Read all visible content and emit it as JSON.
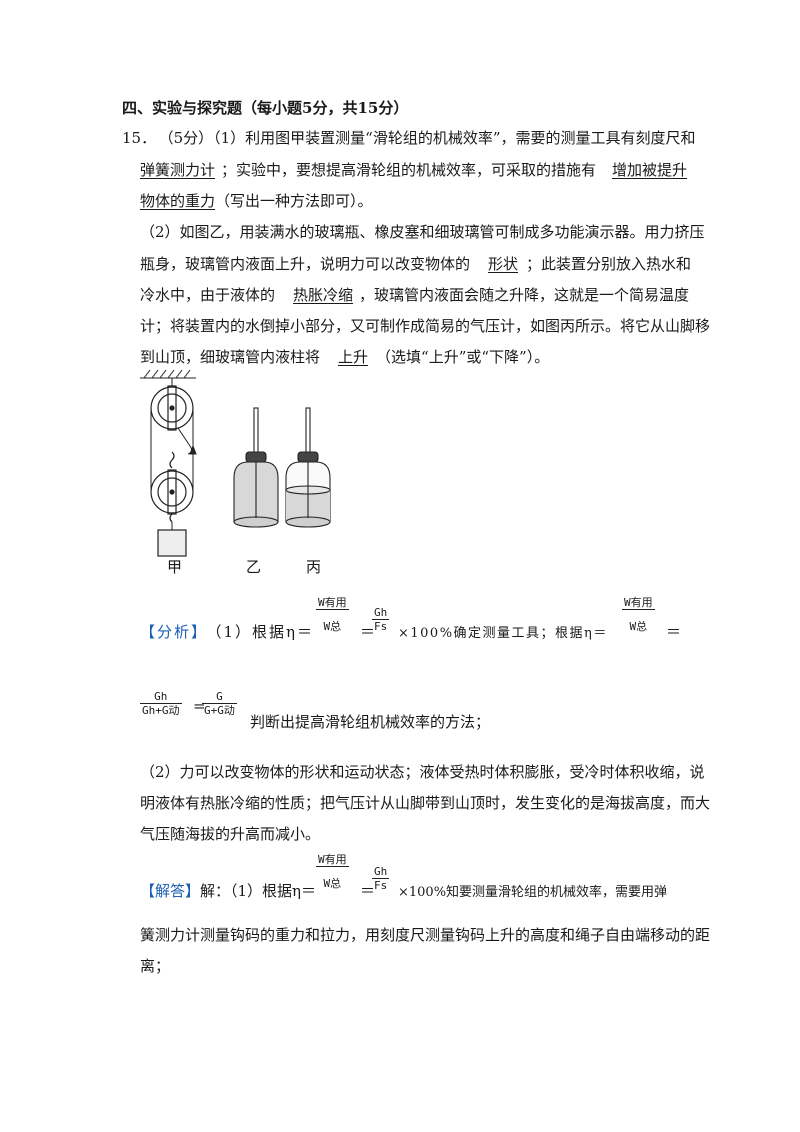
{
  "section_heading": "四、实验与探究题（每小题5分，共15分）",
  "q15": {
    "number": "15．",
    "points": "（5分）",
    "p1_line1": "（1）利用图甲装置测量“滑轮组的机械效率”，需要的测量工具有刻度尺和",
    "blank1": "弹簧测力计",
    "p1_line2_mid": "；实验中，要想提高滑轮组的机械效率，可采取的措施有",
    "blank2a": "增加被提升",
    "blank2b": "物体的重力",
    "p1_line3_tail": "（写出一种方法即可）。",
    "p2_line1": "（2）如图乙，用装满水的玻璃瓶、橡皮塞和细玻璃管可制成多功能演示器。用力挤压",
    "p2_line2_a": "瓶身，玻璃管内液面上升，说明力可以改变物体的",
    "blank3": "形状",
    "p2_line2_b": "；此装置分别放入热水和",
    "p2_line3_a": "冷水中，由于液体的",
    "blank4": "热胀冷缩",
    "p2_line3_b": "，玻璃管内液面会随之升降，这就是一个简易温度",
    "p2_line4": "计；将装置内的水倒掉小部分，又可制作成简易的气压计，如图丙所示。将它从山脚移",
    "p2_line5_a": "到山顶，细玻璃管内液柱将",
    "blank5": "上升",
    "p2_line5_b": "（选填“上升”或“下降”）。"
  },
  "figure_labels": {
    "jia": "甲",
    "yi": "乙",
    "bing": "丙"
  },
  "analysis": {
    "tag": "【分析】",
    "l1_a": "（1）根据η＝",
    "w_you": "W有用",
    "w_zong": "W总",
    "gh": "Gh",
    "fs": "Fs",
    "l1_b": "×100%确定测量工具；根据η＝",
    "eq": "＝",
    "gh2": "Gh",
    "gh_gdong": "Gh+G动",
    "g": "G",
    "g_gdong": "G+G动",
    "l2_tail": "判断出提高滑轮组机械效率的方法；",
    "p2_l1": "（2）力可以改变物体的形状和运动状态；液体受热时体积膨胀，受冷时体积收缩，说",
    "p2_l2": "明液体有热胀冷缩的性质；把气压计从山脚带到山顶时，发生变化的是海拔高度，而大",
    "p2_l3": "气压随海拔的升高而减小。"
  },
  "answer": {
    "tag": "【解答】",
    "l1_a": "解：（1）根据η＝",
    "w_you": "W有用",
    "w_zong": "W总",
    "gh": "Gh",
    "fs": "Fs",
    "l1_b": "×100%知要测量滑轮组的机械效率，需要用弹",
    "l2": "簧测力计测量钩码的重力和拉力，用刻度尺测量钩码上升的高度和绳子自由端移动的距",
    "l3": "离；"
  },
  "colors": {
    "tag": "#1a5fb4",
    "text": "#1a1a1a"
  }
}
